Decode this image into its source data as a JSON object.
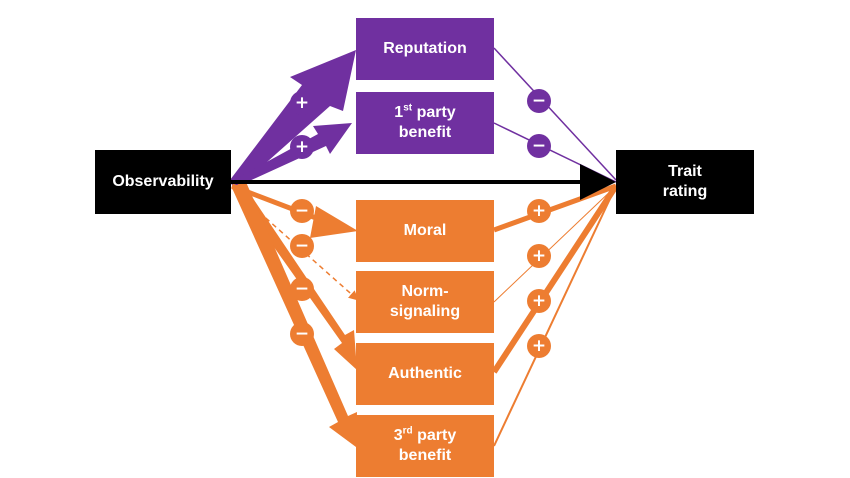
{
  "nodes": {
    "observability": "Observability",
    "trait_rating": [
      "Trait",
      "rating"
    ],
    "reputation": "Reputation",
    "first_party_benefit": {
      "ordinal": "1",
      "suffix": "st",
      "rest": "party",
      "line2": "benefit"
    },
    "moral": "Moral",
    "norm_signaling": [
      "Norm-",
      "signaling"
    ],
    "authentic": "Authentic",
    "third_party_benefit": {
      "ordinal": "3",
      "suffix": "rd",
      "rest": "party",
      "line2": "benefit"
    }
  },
  "signs": {
    "plus": "+",
    "minus": "−"
  },
  "colors": {
    "purple": "#7030a0",
    "orange": "#ed7d31",
    "black": "#000000"
  }
}
